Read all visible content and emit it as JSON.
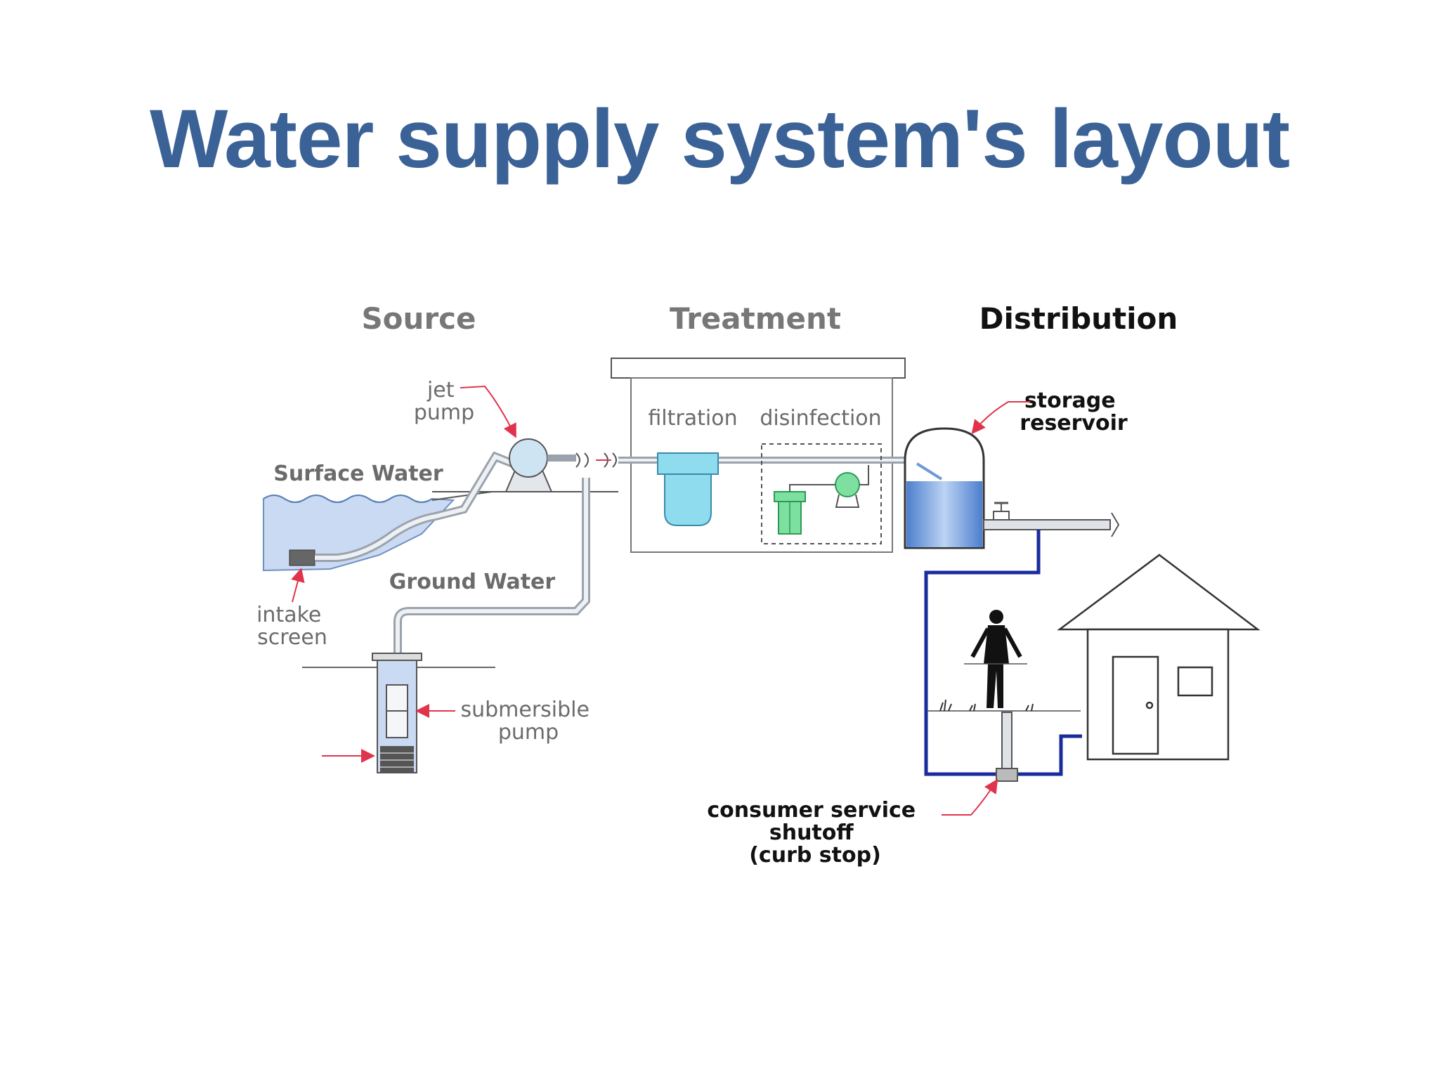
{
  "slide": {
    "title": "Water supply system's layout"
  },
  "diagram": {
    "sections": {
      "source": "Source",
      "treatment": "Treatment",
      "distribution": "Distribution"
    },
    "labels": {
      "jet_pump": [
        "jet",
        "pump"
      ],
      "surface_water": "Surface Water",
      "intake_screen": [
        "intake",
        "screen"
      ],
      "ground_water": "Ground Water",
      "submersible_pump": [
        "submersible",
        "pump"
      ],
      "filtration": "filtration",
      "disinfection": "disinfection",
      "storage_reservoir": [
        "storage",
        "reservoir"
      ],
      "curb_stop": [
        "consumer service",
        "shutoff",
        "(curb stop)"
      ]
    },
    "colors": {
      "title": "#3b6296",
      "water": "#c9daf2",
      "reservoir_water": "#6f9ad8",
      "filter": "#8fdcee",
      "disinfect": "#7ee0a0",
      "arrow": "#e0344c",
      "service_line": "#1a2b9c",
      "gray_text": "#6b6b6b"
    }
  }
}
